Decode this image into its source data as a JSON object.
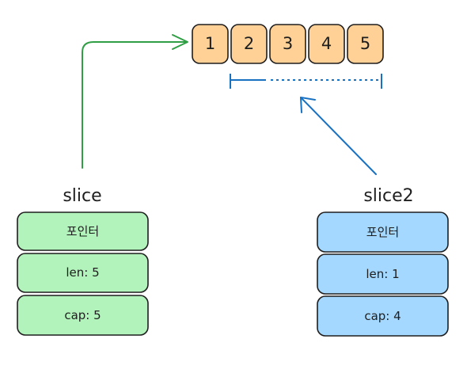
{
  "array": {
    "cells": [
      "1",
      "2",
      "3",
      "4",
      "5"
    ],
    "fill": "#ffd197"
  },
  "slice1": {
    "title": "slice",
    "fields": [
      "포인터",
      "len: 5",
      "cap: 5"
    ],
    "fill": "#b2f2bb"
  },
  "slice2": {
    "title": "slice2",
    "fields": [
      "포인터",
      "len: 1",
      "cap: 4"
    ],
    "fill": "#a5d8ff"
  },
  "colors": {
    "stroke": "#1e1e1e",
    "green_arrow": "#2f9e44",
    "blue_arrow": "#1971c2"
  }
}
